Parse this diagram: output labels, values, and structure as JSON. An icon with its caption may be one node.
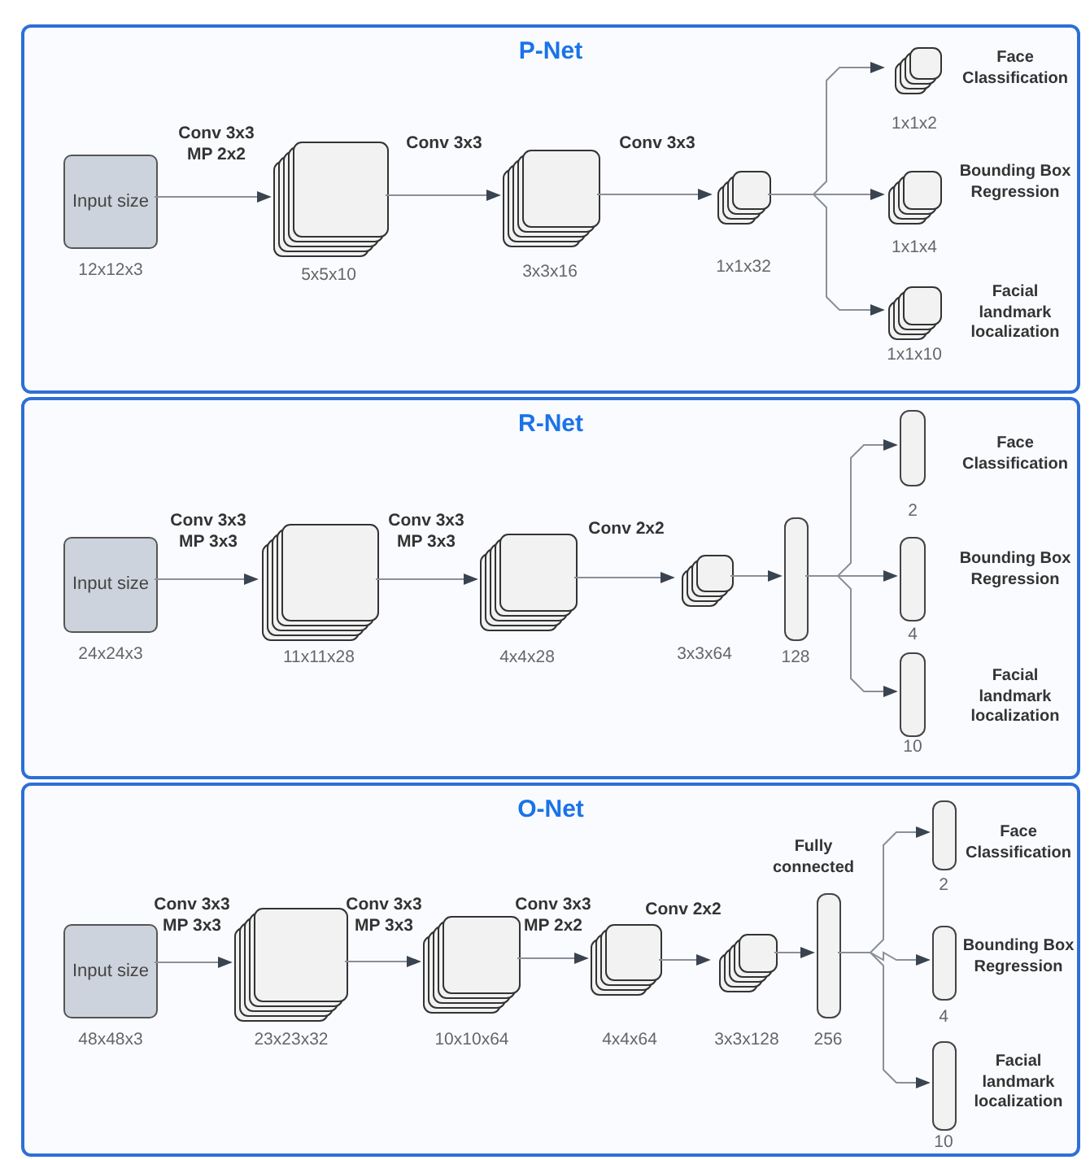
{
  "diagram": {
    "nodes": [
      {
        "text": [
          "P-Net"
        ]
      },
      {
        "text": [
          "Input size"
        ],
        "in": 0,
        "beside": [
          "12x12x3"
        ]
      },
      {
        "text": [],
        "shape": "box",
        "in": 0,
        "beside": [
          "5x5x10"
        ]
      },
      {
        "text": [],
        "shape": "box",
        "in": 0,
        "beside": [
          "3x3x16"
        ]
      },
      {
        "text": [],
        "shape": "box",
        "in": 0,
        "beside": [
          "1x1x32"
        ]
      },
      {
        "text": [],
        "shape": "box",
        "in": 0,
        "beside": [
          "Face Classification",
          "1x1x2"
        ]
      },
      {
        "text": [],
        "shape": "box",
        "in": 0,
        "beside": [
          "Bounding Box Regression",
          "1x1x4"
        ]
      },
      {
        "text": [],
        "shape": "box",
        "in": 0,
        "beside": [
          "Facial landmark localization",
          "1x1x10"
        ]
      },
      {
        "text": [
          "R-Net"
        ]
      },
      {
        "text": [
          "Input size"
        ],
        "in": 8,
        "beside": [
          "24x24x3"
        ]
      },
      {
        "text": [],
        "shape": "box",
        "in": 8,
        "beside": [
          "11x11x28"
        ]
      },
      {
        "text": [],
        "shape": "box",
        "in": 8,
        "beside": [
          "4x4x28"
        ]
      },
      {
        "text": [],
        "shape": "box",
        "in": 8,
        "beside": [
          "3x3x64"
        ]
      },
      {
        "text": [],
        "shape": "bar",
        "in": 8,
        "beside": [
          "128"
        ]
      },
      {
        "text": [],
        "shape": "bar",
        "in": 8,
        "beside": [
          "Face Classification",
          "2"
        ]
      },
      {
        "text": [],
        "shape": "bar",
        "in": 8,
        "beside": [
          "Bounding Box Regression",
          "4"
        ]
      },
      {
        "text": [],
        "shape": "bar",
        "in": 8,
        "beside": [
          "Facial landmark localization",
          "10"
        ]
      },
      {
        "text": [
          "O-Net"
        ]
      },
      {
        "text": [
          "Input size"
        ],
        "in": 17,
        "beside": [
          "48x48x3"
        ]
      },
      {
        "text": [],
        "shape": "box",
        "in": 17,
        "beside": [
          "23x23x32"
        ]
      },
      {
        "text": [],
        "shape": "box",
        "in": 17,
        "beside": [
          "10x10x64"
        ]
      },
      {
        "text": [],
        "shape": "box",
        "in": 17,
        "beside": [
          "4x4x64"
        ]
      },
      {
        "text": [],
        "shape": "box",
        "in": 17,
        "beside": [
          "3x3x128"
        ]
      },
      {
        "text": [],
        "shape": "bar",
        "in": 17,
        "beside": [
          "Fully connected",
          "256"
        ]
      },
      {
        "text": [],
        "shape": "bar",
        "in": 17,
        "beside": [
          "Face Classification",
          "2"
        ]
      },
      {
        "text": [],
        "shape": "bar",
        "in": 17,
        "beside": [
          "Bounding Box Regression",
          "4"
        ]
      },
      {
        "text": [],
        "shape": "bar",
        "in": 17,
        "beside": [
          "Facial landmark localization",
          "10"
        ]
      }
    ],
    "edges": [
      {
        "from": 1,
        "to": 2,
        "arrow": "to",
        "label": "Conv 3x3 MP 2x2"
      },
      {
        "from": 2,
        "to": 3,
        "arrow": "to",
        "label": "Conv 3x3"
      },
      {
        "from": 3,
        "to": 4,
        "arrow": "to",
        "label": "Conv 3x3"
      },
      {
        "from": 4,
        "to": 5,
        "arrow": "to"
      },
      {
        "from": 4,
        "to": 6,
        "arrow": "to"
      },
      {
        "from": 4,
        "to": 7,
        "arrow": "to"
      },
      {
        "from": 9,
        "to": 10,
        "arrow": "to",
        "label": "Conv 3x3 MP 3x3"
      },
      {
        "from": 10,
        "to": 11,
        "arrow": "to",
        "label": "Conv 3x3 MP 3x3"
      },
      {
        "from": 11,
        "to": 12,
        "arrow": "to",
        "label": "Conv 2x2"
      },
      {
        "from": 12,
        "to": 13,
        "arrow": "to"
      },
      {
        "from": 13,
        "to": 14,
        "arrow": "to"
      },
      {
        "from": 13,
        "to": 15,
        "arrow": "to"
      },
      {
        "from": 13,
        "to": 16,
        "arrow": "to"
      },
      {
        "from": 18,
        "to": 19,
        "arrow": "to",
        "label": "Conv 3x3 MP 3x3"
      },
      {
        "from": 19,
        "to": 20,
        "arrow": "to",
        "label": "Conv 3x3 MP 3x3"
      },
      {
        "from": 20,
        "to": 21,
        "arrow": "to",
        "label": "Conv 3x3 MP 2x2"
      },
      {
        "from": 21,
        "to": 22,
        "arrow": "to",
        "label": "Conv 2x2"
      },
      {
        "from": 22,
        "to": 23,
        "arrow": "to"
      },
      {
        "from": 23,
        "to": 24,
        "arrow": "to"
      },
      {
        "from": 23,
        "to": 25,
        "arrow": "to"
      },
      {
        "from": 23,
        "to": 26,
        "arrow": "to"
      }
    ]
  }
}
